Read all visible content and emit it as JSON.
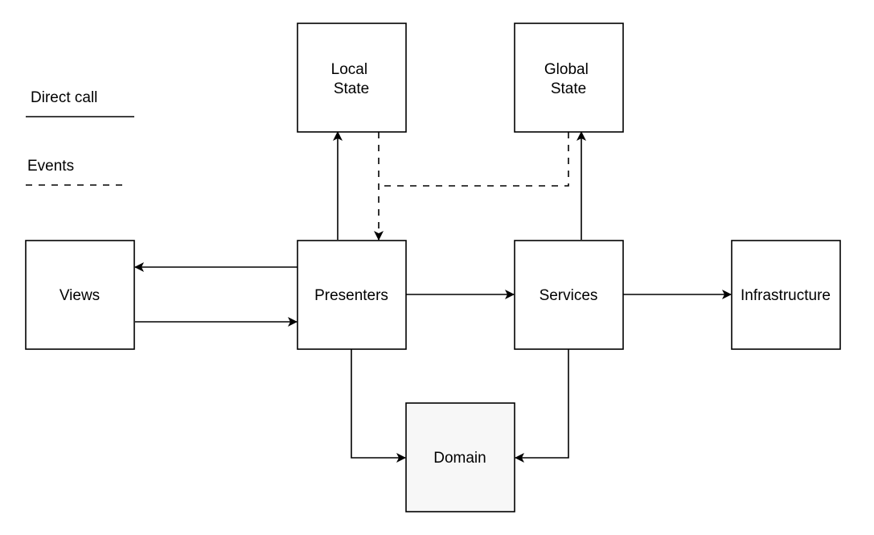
{
  "legend": {
    "direct_call_label": "Direct call",
    "events_label": "Events"
  },
  "nodes": {
    "local_state": [
      "Local",
      "State"
    ],
    "global_state": [
      "Global",
      "State"
    ],
    "views": "Views",
    "presenters": "Presenters",
    "services": "Services",
    "infrastructure": "Infrastructure",
    "domain": "Domain"
  },
  "colors": {
    "stroke": "#000000",
    "node_fill": "#ffffff",
    "domain_fill": "#f7f7f7",
    "background": "#ffffff"
  }
}
